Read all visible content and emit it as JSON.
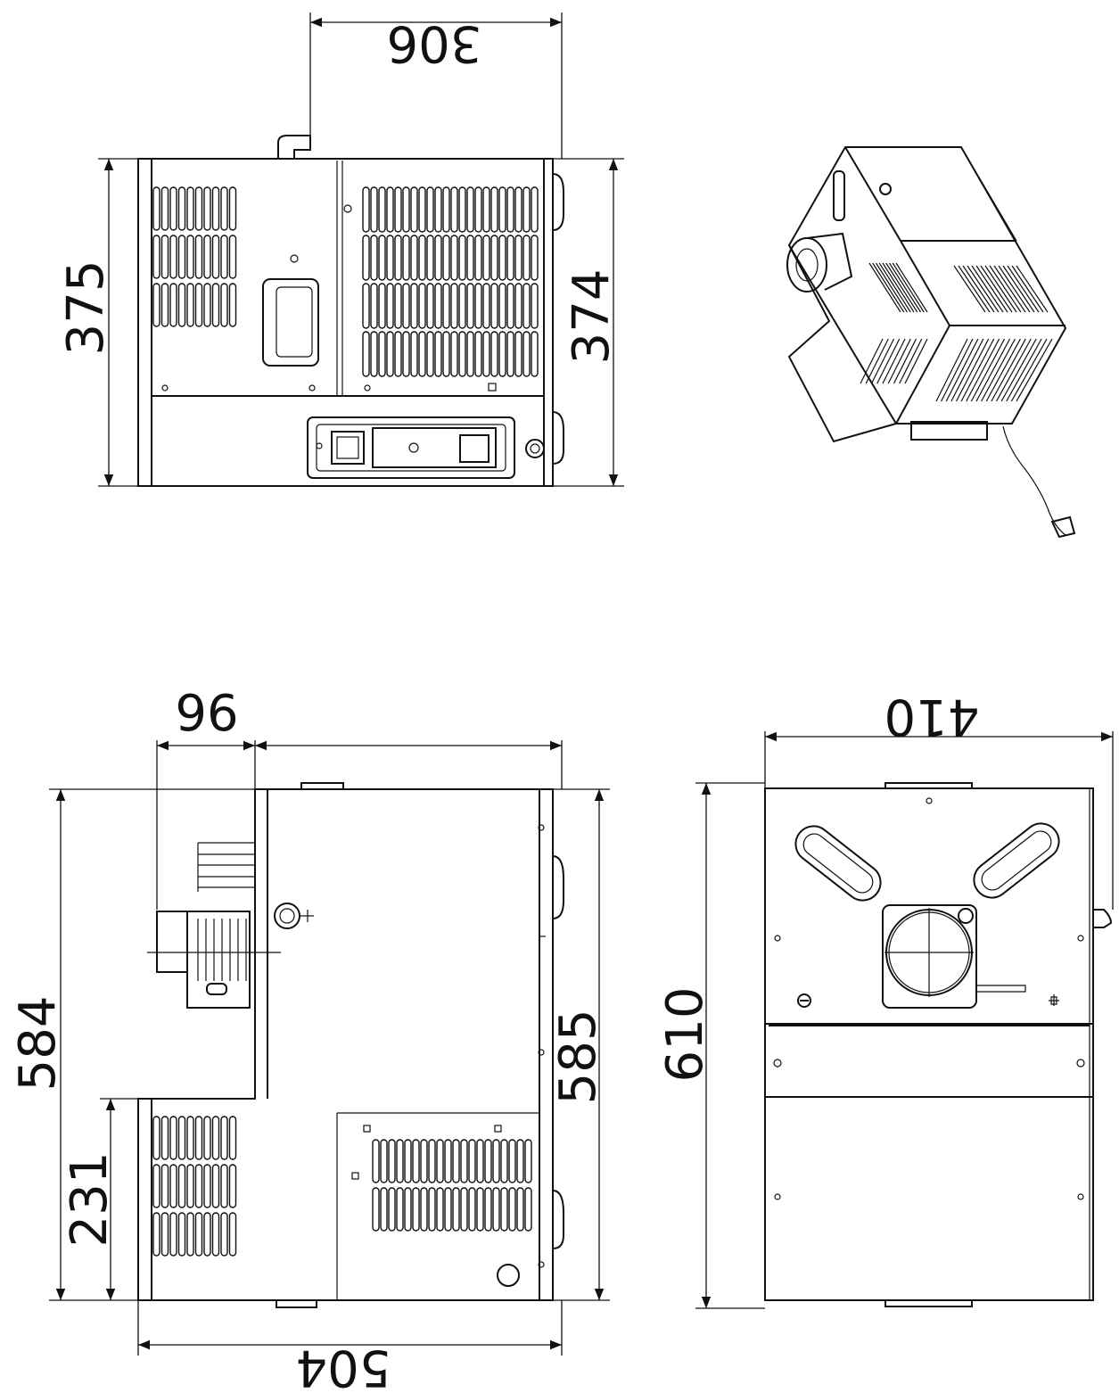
{
  "dimensions": {
    "front_width_top": "306",
    "front_height_left": "375",
    "front_height_right": "374",
    "side_offset_96": "96",
    "side_height_left": "584",
    "side_height_lower": "231",
    "side_height_right": "585",
    "side_width_bottom": "504",
    "top_width": "410",
    "top_height": "610"
  },
  "colors": {
    "line": "#111111",
    "background": "#ffffff"
  }
}
